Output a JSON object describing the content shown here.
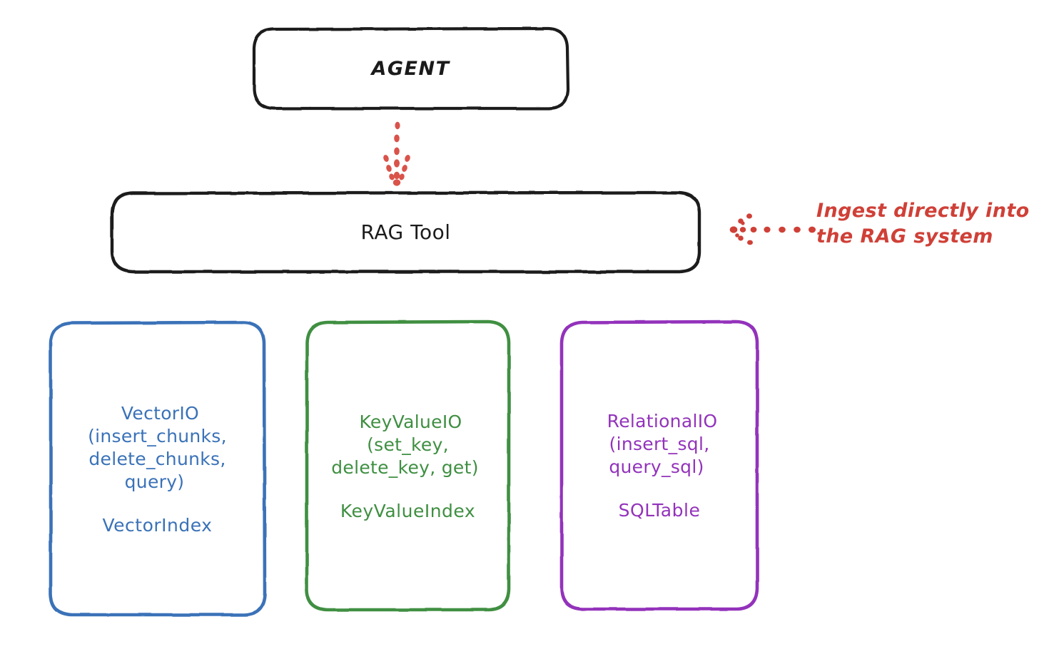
{
  "diagram": {
    "title_node": {
      "label": "AGENT"
    },
    "tool_node": {
      "label": "RAG Tool"
    },
    "annotation": {
      "text": "Ingest directly into\nthe RAG system",
      "color": "#cf4037",
      "arrow": "dotted-arrow-left-icon"
    },
    "connector": {
      "from": "AGENT",
      "to": "RAG Tool",
      "style": "dotted-arrow-down-icon",
      "color": "#cf4037"
    },
    "leaves": [
      {
        "id": "vector",
        "api": "VectorIO\n(insert_chunks,\ndelete_chunks,\nquery)",
        "index": "VectorIndex",
        "color": "#3a72b8"
      },
      {
        "id": "keyvalue",
        "api": "KeyValueIO\n(set_key,\ndelete_key, get)",
        "index": "KeyValueIndex",
        "color": "#3f8f42"
      },
      {
        "id": "relational",
        "api": "RelationalIO\n(insert_sql,\nquery_sql)",
        "index": "SQLTable",
        "color": "#9333bb"
      }
    ],
    "colors": {
      "stroke_dark": "#1b1b1b",
      "blue": "#3a72b8",
      "green": "#3f8f42",
      "purple": "#9333bb",
      "red": "#cf4037",
      "background": "#ffffff"
    }
  }
}
